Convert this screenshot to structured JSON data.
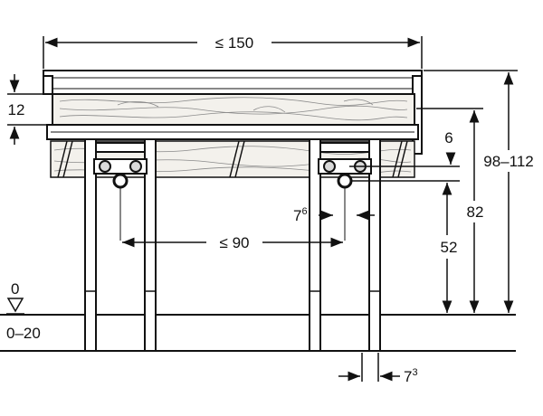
{
  "dimensions": {
    "overall_width": "≤ 150",
    "board_thickness": "12",
    "pipe_offset": "6",
    "total_height": "98–112",
    "board_height": "82",
    "pipe_height": "52",
    "pipe_spacing": "≤ 90",
    "frame_offset_base": "7",
    "frame_offset_sup": "6",
    "leg_width_base": "7",
    "leg_width_sup": "3",
    "floor_zero": "0",
    "floor_range": "0–20"
  },
  "colors": {
    "line": "#111111",
    "wood_fill": "#f3f1ec",
    "wood_grain": "#8a8a8a",
    "metal": "#d9d9d9"
  }
}
